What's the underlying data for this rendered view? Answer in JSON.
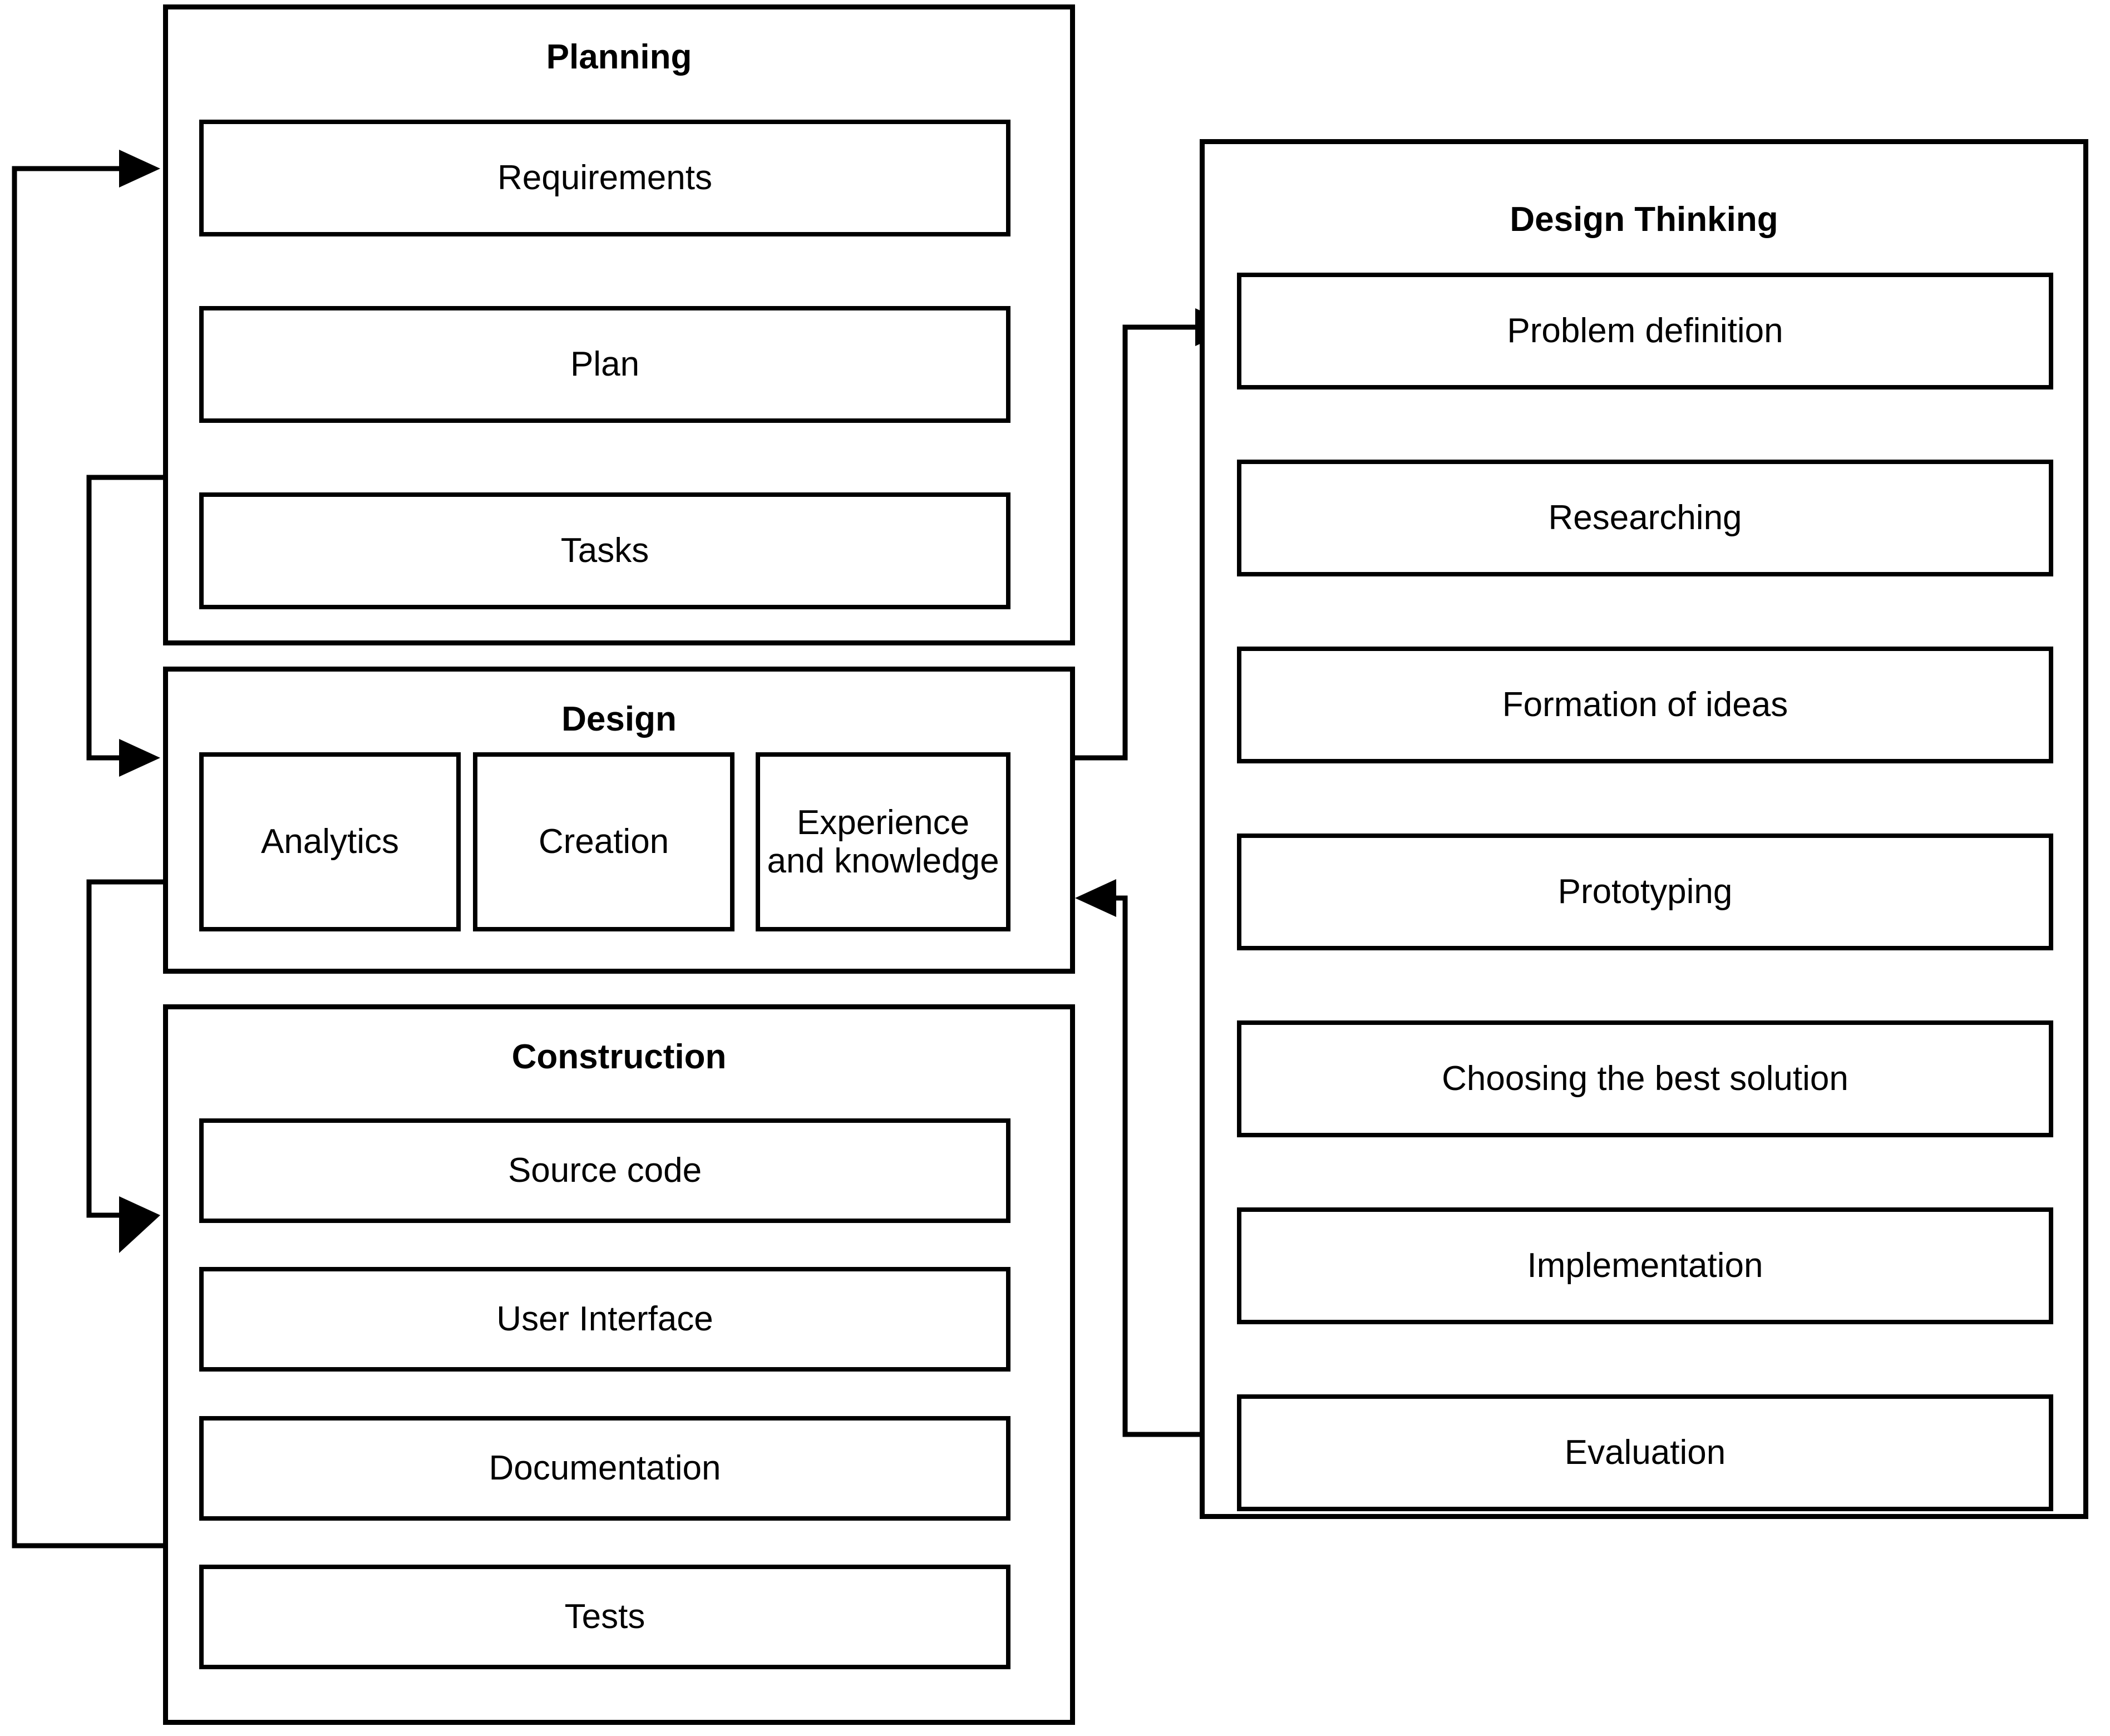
{
  "diagram": {
    "title_planning": "Planning",
    "title_design": "Design",
    "title_construction": "Construction",
    "title_design_thinking": "Design Thinking",
    "stroke_color": "#000000",
    "background_color": "#ffffff"
  },
  "planning": {
    "label": "Planning",
    "steps": [
      {
        "label": "Requirements"
      },
      {
        "label": "Plan"
      },
      {
        "label": "Tasks"
      }
    ]
  },
  "design": {
    "label": "Design",
    "steps": [
      {
        "label": "Analytics"
      },
      {
        "label": "Creation"
      },
      {
        "label": "Experience and knowledge"
      }
    ]
  },
  "construction": {
    "label": "Construction",
    "steps": [
      {
        "label": "Source code"
      },
      {
        "label": "User Interface"
      },
      {
        "label": "Documentation"
      },
      {
        "label": "Tests"
      }
    ]
  },
  "design_thinking": {
    "label": "Design Thinking",
    "steps": [
      {
        "label": "Problem definition"
      },
      {
        "label": "Researching"
      },
      {
        "label": "Formation of ideas"
      },
      {
        "label": "Prototyping"
      },
      {
        "label": "Choosing the best solution"
      },
      {
        "label": "Implementation"
      },
      {
        "label": "Evaluation"
      }
    ]
  }
}
